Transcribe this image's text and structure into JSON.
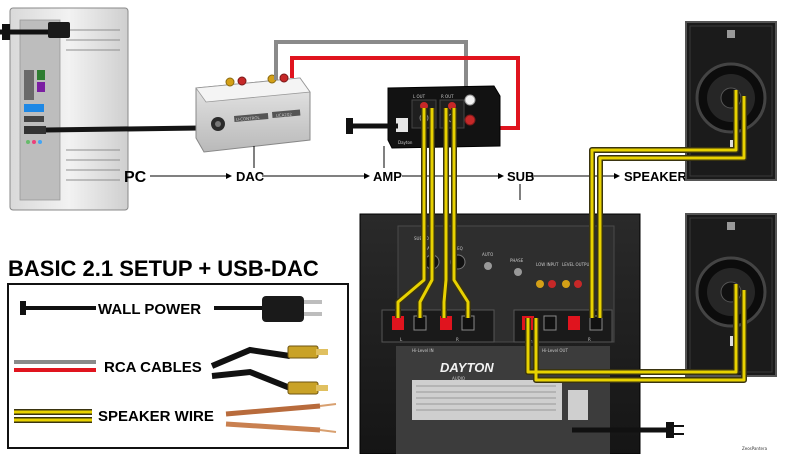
{
  "title": "BASIC 2.1 SETUP + USB-DAC",
  "flow": {
    "pc": "PC",
    "dac": "DAC",
    "amp": "AMP",
    "sub": "SUB",
    "speakers": "SPEAKERS"
  },
  "legend": {
    "wall_power": "WALL POWER",
    "rca_cables": "RCA CABLES",
    "speaker_wire": "SPEAKER WIRE"
  },
  "dac_unit": {
    "brand": "U-CONTROL",
    "model": "UCA202"
  },
  "subwoofer": {
    "input_label": "Hi-Level IN",
    "output_label": "Hi-Level OUT",
    "brand": "DAYTON",
    "brand_sub": "AUDIO",
    "terminal_l": "L",
    "terminal_r": "R",
    "model": "SUB-800",
    "controls": [
      "PHASE",
      "LOW INPUT",
      "LEVEL OUTPUT",
      "GAIN",
      "FREQ",
      "AUTO"
    ]
  },
  "amplifier": {
    "brand": "Dayton",
    "l_out": "L OUT",
    "r_out": "R OUT"
  },
  "credit": "ZeosPantera",
  "colors": {
    "wire_black": "#111111",
    "rca_gray": "#8a8a8a",
    "rca_red": "#e0141e",
    "speaker_wire_yellow": "#e8d200",
    "speaker_wire_dark": "#3a3410"
  }
}
